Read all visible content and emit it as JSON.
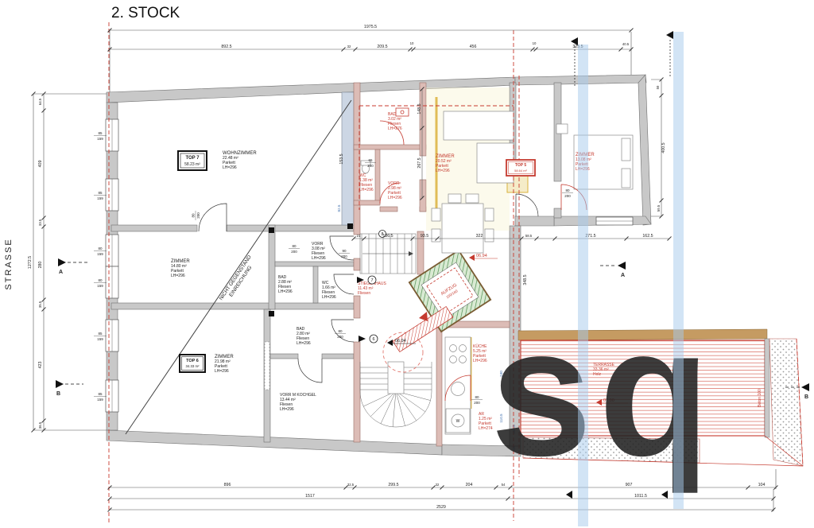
{
  "title": "2. STOCK",
  "street": "STRASSE",
  "units": {
    "top7": {
      "label": "TOP 7",
      "area": "58.23 m²"
    },
    "top6": {
      "label": "TOP 6",
      "area": "34.33 m²"
    },
    "top5": {
      "label": "TOP 5",
      "area": "58.64 m²"
    }
  },
  "rooms": {
    "wohnzimmer": {
      "name": "WOHNZIMMER",
      "area": "22.48 m²",
      "floor": "Parkett",
      "height": "LH=296"
    },
    "zimmer_mid": {
      "name": "ZIMMER",
      "area": "14.80 m²",
      "floor": "Parkett",
      "height": "LH=296"
    },
    "zimmer_bottom": {
      "name": "ZIMMER",
      "area": "21.98 m²",
      "floor": "Parkett",
      "height": "LH=296"
    },
    "vorr_mid": {
      "name": "VORR",
      "area": "3.08 m²",
      "floor": "Fliesen",
      "height": "LH=296"
    },
    "bad_mid": {
      "name": "BAD",
      "area": "2.88 m²",
      "floor": "Fliesen",
      "height": "LH=296"
    },
    "wc_mid": {
      "name": "WC",
      "area": "1.66 m²",
      "floor": "Fliesen",
      "height": "LH=296"
    },
    "bad_lower": {
      "name": "BAD",
      "area": "2.80 m²",
      "floor": "Fliesen",
      "height": "LH=296"
    },
    "vorr_kochgel": {
      "name": "VORR M KOCHGEL",
      "area": "13.44 m²",
      "floor": "Fliesen",
      "height": "LH=296"
    },
    "stiegenhaus": {
      "name": "STIEGENHAUS",
      "area": "11.43 m²",
      "floor": "Fliesen"
    },
    "bad_top": {
      "name": "BAD",
      "area": "3.02 m²",
      "floor": "Fliesen",
      "height": "LH=276"
    },
    "wc_top": {
      "name": "WC",
      "area": "1.38 m²",
      "floor": "Fliesen",
      "height": "LH=296"
    },
    "vorr_top": {
      "name": "VORR",
      "area": "2.98 m²",
      "floor": "Parkett",
      "height": "LH=296"
    },
    "zimmer_top": {
      "name": "ZIMMER",
      "area": "20.52 m²",
      "floor": "Parkett",
      "height": "LH=296"
    },
    "zimmer_wing": {
      "name": "ZIMMER",
      "area": "13.08 m²",
      "floor": "Parkett",
      "height": "LH=296"
    },
    "kueche": {
      "name": "KÜCHE",
      "area": "5.25 m²",
      "floor": "Parkett",
      "height": "LH=296"
    },
    "ar": {
      "name": "AR",
      "area": "1.25 m²",
      "floor": "Parkett",
      "height": "LH=274"
    },
    "terrasse": {
      "name": "TERRASSE",
      "area": "33.36 m²",
      "floor": "Holz"
    }
  },
  "doors": {
    "w80": {
      "w": "80",
      "h": "200"
    },
    "w90": {
      "w": "90",
      "h": "200"
    },
    "w65": {
      "w": "65",
      "h": "200"
    }
  },
  "windows": {
    "w85": {
      "w": "85",
      "h": "159"
    },
    "w80": {
      "w": "80",
      "h": "159"
    }
  },
  "dims": {
    "top_total": "1975.5",
    "top": [
      "892.5",
      "32",
      "209.5",
      "10",
      "456",
      "10",
      "325.5",
      "40.5"
    ],
    "bottom": [
      "896",
      "32.5",
      "299.5",
      "32",
      "204",
      "54",
      "907",
      "104"
    ],
    "bottom_mid": [
      "1517",
      "1011.5"
    ],
    "bottom_total": "2529",
    "left_total": "1272.5",
    "left": [
      "64.5",
      "409",
      "33.5",
      "280",
      "35.5",
      "423",
      "36.5"
    ],
    "right": [
      "59",
      "400.5",
      "59.5"
    ],
    "mid": [
      "21",
      "186.5",
      "93.5",
      "322",
      "58.5",
      "271.5",
      "162.5"
    ],
    "vert": [
      "148.5",
      "267.5",
      "153.5",
      "348.5"
    ],
    "kitchen": [
      "240",
      "110.5",
      "106.5",
      "45"
    ],
    "misc": [
      "82.5"
    ]
  },
  "annotations": {
    "note1": "NICHT GEGENSTAND",
    "note2": "EINREICHUNG",
    "level_stair": "06.94",
    "level_hall": "06.94",
    "level_terrace": "07.00",
    "aufzug": "AUFZUG",
    "aufzug_dim": "150/160",
    "beton": "Beton 100",
    "c7": "7",
    "c6": "6",
    "c8": "8",
    "section_a": "A",
    "section_b": "B",
    "washer": "W",
    "watermark": "sq"
  }
}
